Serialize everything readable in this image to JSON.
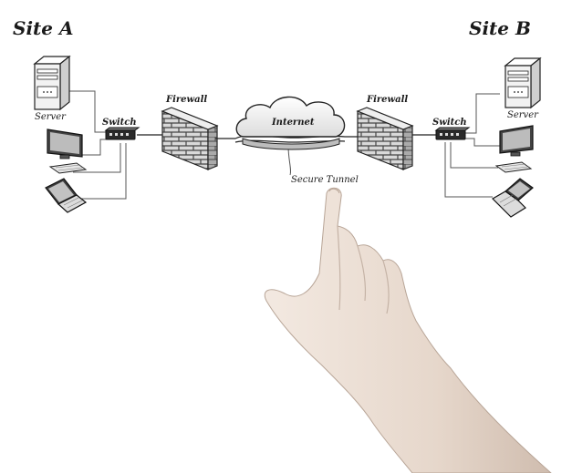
{
  "sites": {
    "a": "Site A",
    "b": "Site B"
  },
  "labels": {
    "server": "Server",
    "switch": "Switch",
    "firewall": "Firewall",
    "internet": "Internet",
    "secure_tunnel": "Secure Tunnel"
  },
  "icons": [
    "server-icon",
    "monitor-icon",
    "keyboard-icon",
    "laptop-icon",
    "switch-icon",
    "firewall-icon",
    "cloud-icon",
    "hand-icon"
  ],
  "colors": {
    "line": "#555555",
    "ink": "#1a1a1a",
    "skin": "#e6d7cb"
  }
}
